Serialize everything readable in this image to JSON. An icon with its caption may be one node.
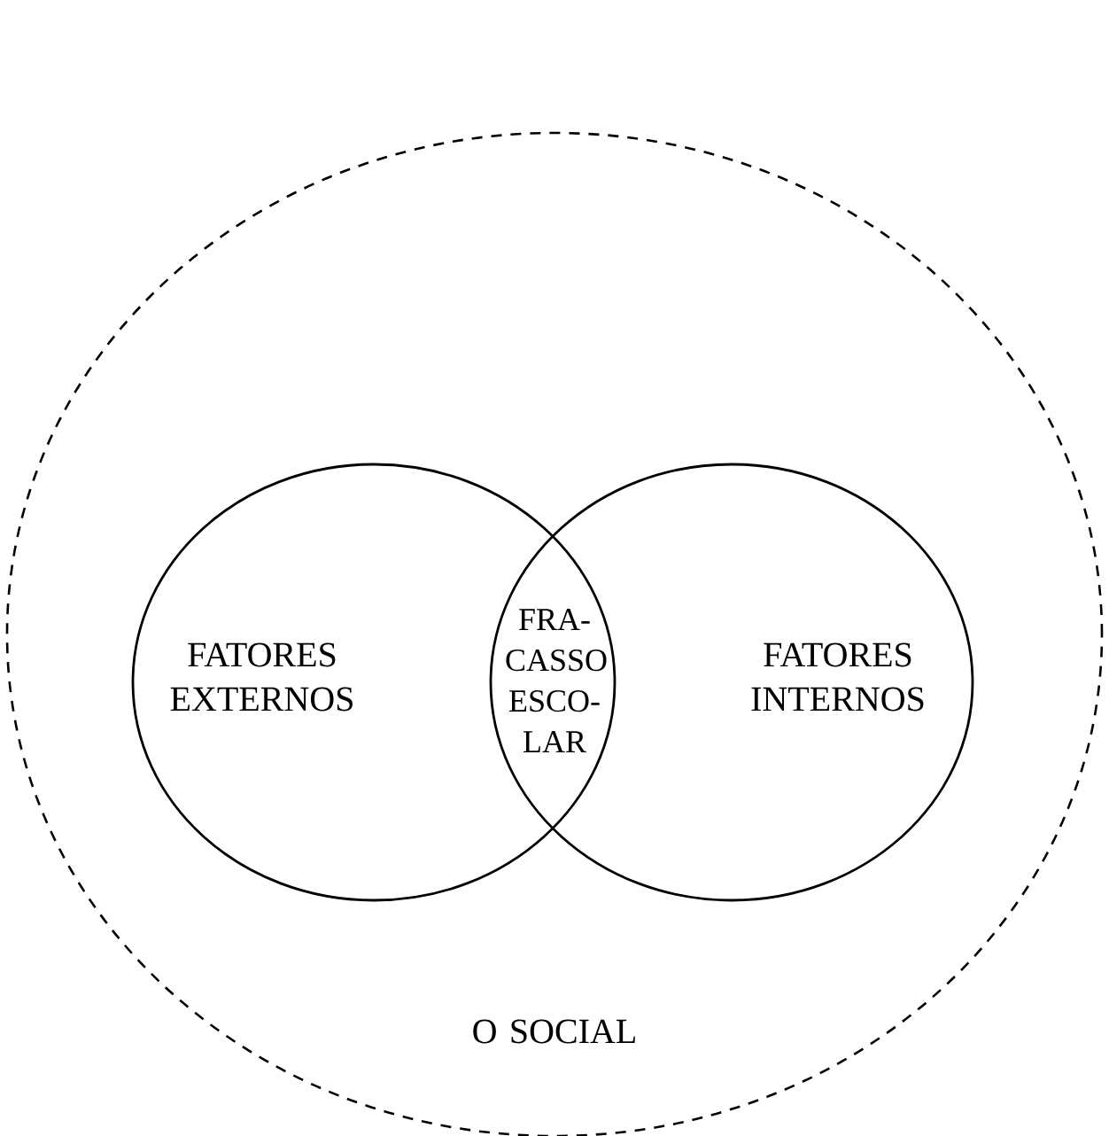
{
  "diagram": {
    "nodes": [
      {
        "text": [
          "O SOCIAL"
        ]
      },
      {
        "text": [
          "FATORES EXTERNOS"
        ],
        "in": 0
      },
      {
        "text": [
          "FATORES INTERNOS"
        ],
        "in": 0
      },
      {
        "text": [
          "FRA- CASSO ESCO- LAR"
        ]
      }
    ]
  }
}
